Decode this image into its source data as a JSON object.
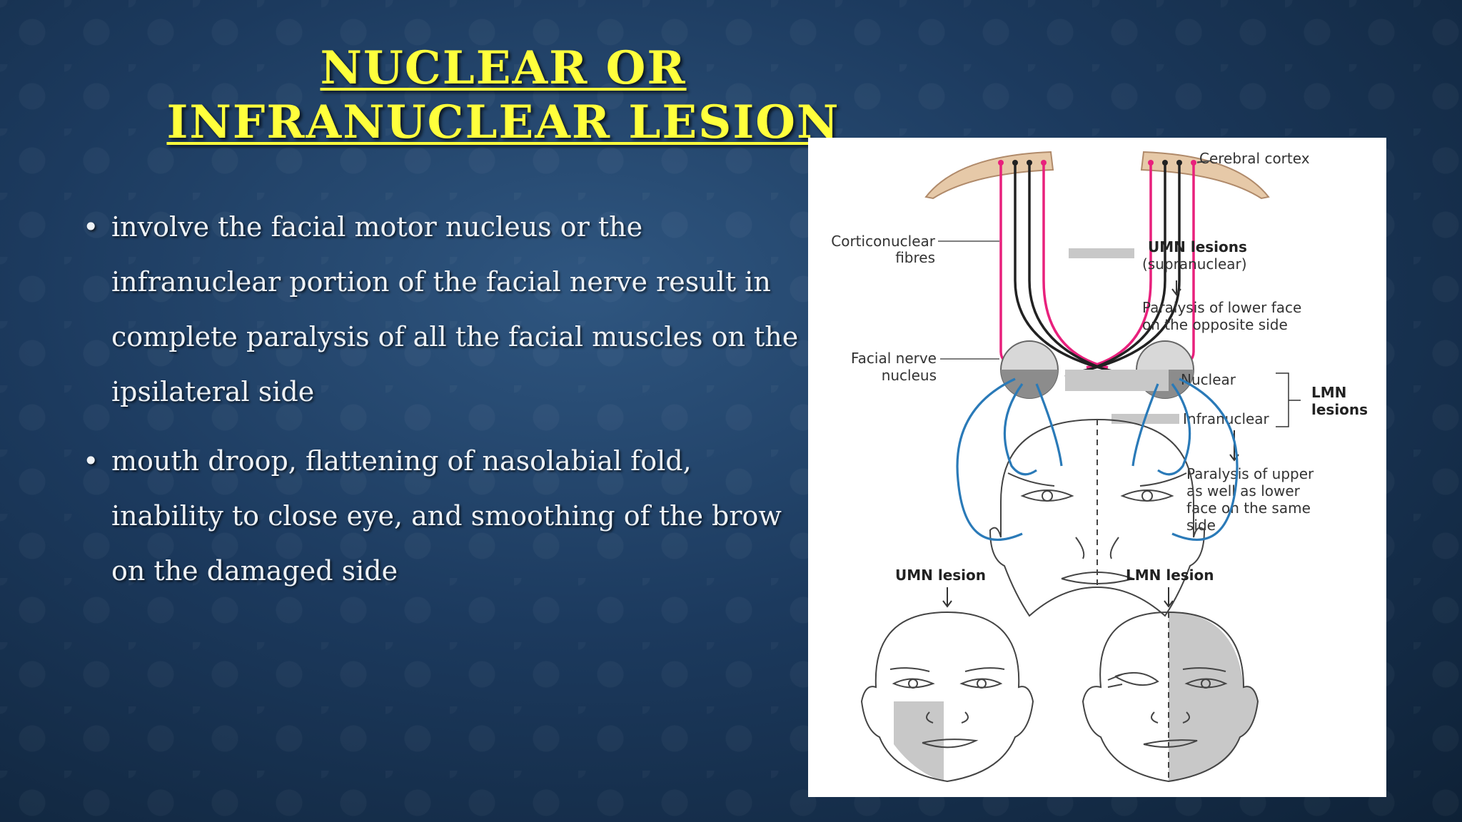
{
  "title": {
    "line1": "NUCLEAR OR",
    "line2": "INFRANUCLEAR LESION"
  },
  "bullets": [
    "involve the facial motor nucleus or the infranuclear portion of the facial nerve result in complete paralysis of all the facial muscles on the ipsilateral side",
    "mouth droop, flattening of nasolabial fold, inability to close eye, and smoothing of the brow on the damaged side"
  ],
  "diagram": {
    "cerebral_cortex": "Cerebral cortex",
    "corticonuclear_1": "Corticonuclear",
    "corticonuclear_2": "fibres",
    "umn_lesions": "UMN lesions",
    "supranuclear": "(supranuclear)",
    "paralysis_lower_1": "Paralysis of lower face",
    "paralysis_lower_2": "on the opposite side",
    "facial_nerve_1": "Facial nerve",
    "facial_nerve_2": "nucleus",
    "nuclear": "Nuclear",
    "infranuclear": "Infranuclear",
    "lmn_1": "LMN",
    "lmn_2": "lesions",
    "paralysis_upper_1": "Paralysis of upper",
    "paralysis_upper_2": "as well as lower",
    "paralysis_upper_3": "face on the same",
    "paralysis_upper_4": "side",
    "umn_lesion": "UMN lesion",
    "lmn_lesion": "LMN lesion"
  },
  "colors": {
    "title": "#ffff3c",
    "umn_fibre": "#e8207c",
    "lmn_nerve": "#2a7ab8",
    "cortex": "#e6c9a8"
  }
}
